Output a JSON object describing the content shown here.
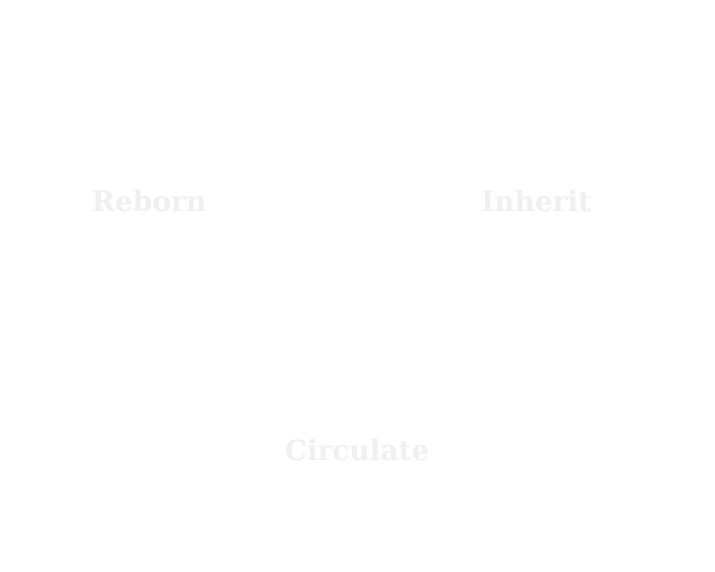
{
  "screen": {
    "background_color": "#ffffff",
    "label_color": "#f0f0f0"
  },
  "choices": [
    {
      "label": "Reborn"
    },
    {
      "label": "Inherit"
    },
    {
      "label": "Circulate"
    }
  ]
}
